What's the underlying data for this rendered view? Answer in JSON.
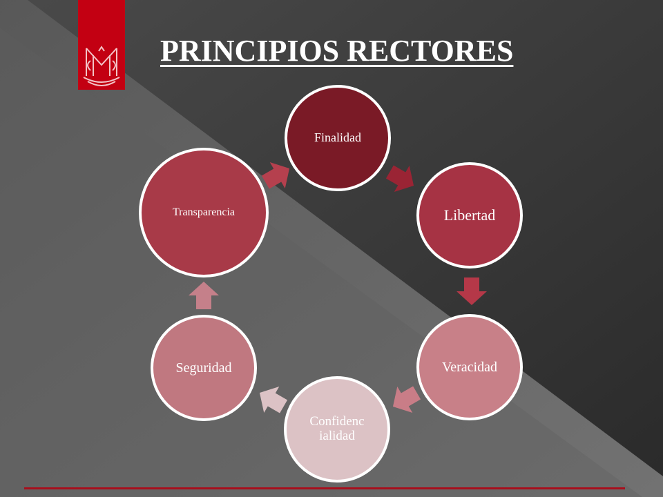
{
  "title": "PRINCIPIOS RECTORES",
  "colors": {
    "background_dark": "#2b2b2b",
    "background_light": "#6a6a6a",
    "accent_red": "#c30012",
    "node_border": "#ffffff"
  },
  "logo": {
    "name": "institution-monogram-logo",
    "letters": "M"
  },
  "cycle": {
    "nodes": [
      {
        "label": "Finalidad",
        "color": "#7a1a26"
      },
      {
        "label": "Libertad",
        "color": "#a63344"
      },
      {
        "label": "Veracidad",
        "color": "#c88088"
      },
      {
        "label": "Confidenc ialidad",
        "color": "#dcc2c5"
      },
      {
        "label": "Seguridad",
        "color": "#c07880"
      },
      {
        "label": "Transparencia",
        "color": "#a83a48"
      }
    ],
    "arrow_colors": [
      "#9a2434",
      "#b53848",
      "#c97d87",
      "#dcc2c5",
      "#c5808a",
      "#b5404e"
    ]
  }
}
